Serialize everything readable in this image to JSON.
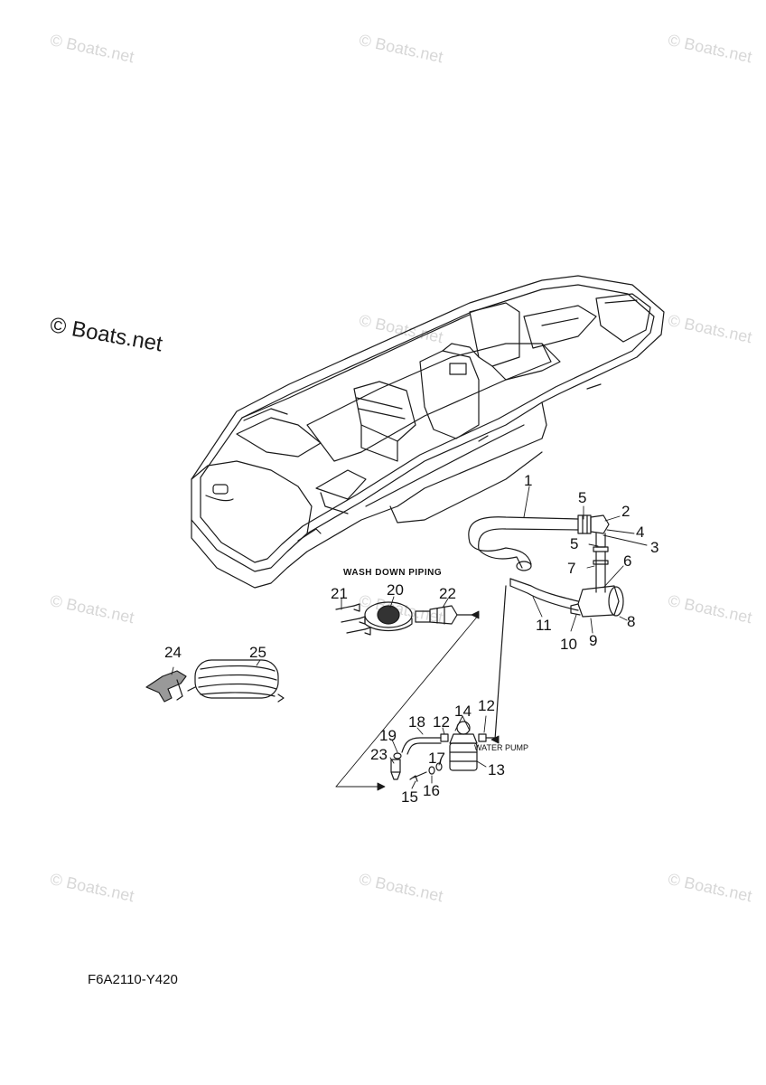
{
  "watermark": "© Boats.net",
  "watermark_prominent": "© Boats.net",
  "section_title": "WASH DOWN PIPING",
  "pump_label": "WATER PUMP",
  "diagram_code": "F6A2110-Y420",
  "callouts": {
    "c1": "1",
    "c2": "2",
    "c3": "3",
    "c4": "4",
    "c5a": "5",
    "c5b": "5",
    "c6": "6",
    "c7": "7",
    "c8": "8",
    "c9": "9",
    "c10": "10",
    "c11": "11",
    "c12a": "12",
    "c12b": "12",
    "c13": "13",
    "c14": "14",
    "c15": "15",
    "c16": "16",
    "c17": "17",
    "c18": "18",
    "c19": "19",
    "c20": "20",
    "c21": "21",
    "c22": "22",
    "c23": "23",
    "c24": "24",
    "c25": "25"
  },
  "colors": {
    "line": "#1a1a1a",
    "watermark": "#d7d7d7",
    "background": "#ffffff"
  }
}
